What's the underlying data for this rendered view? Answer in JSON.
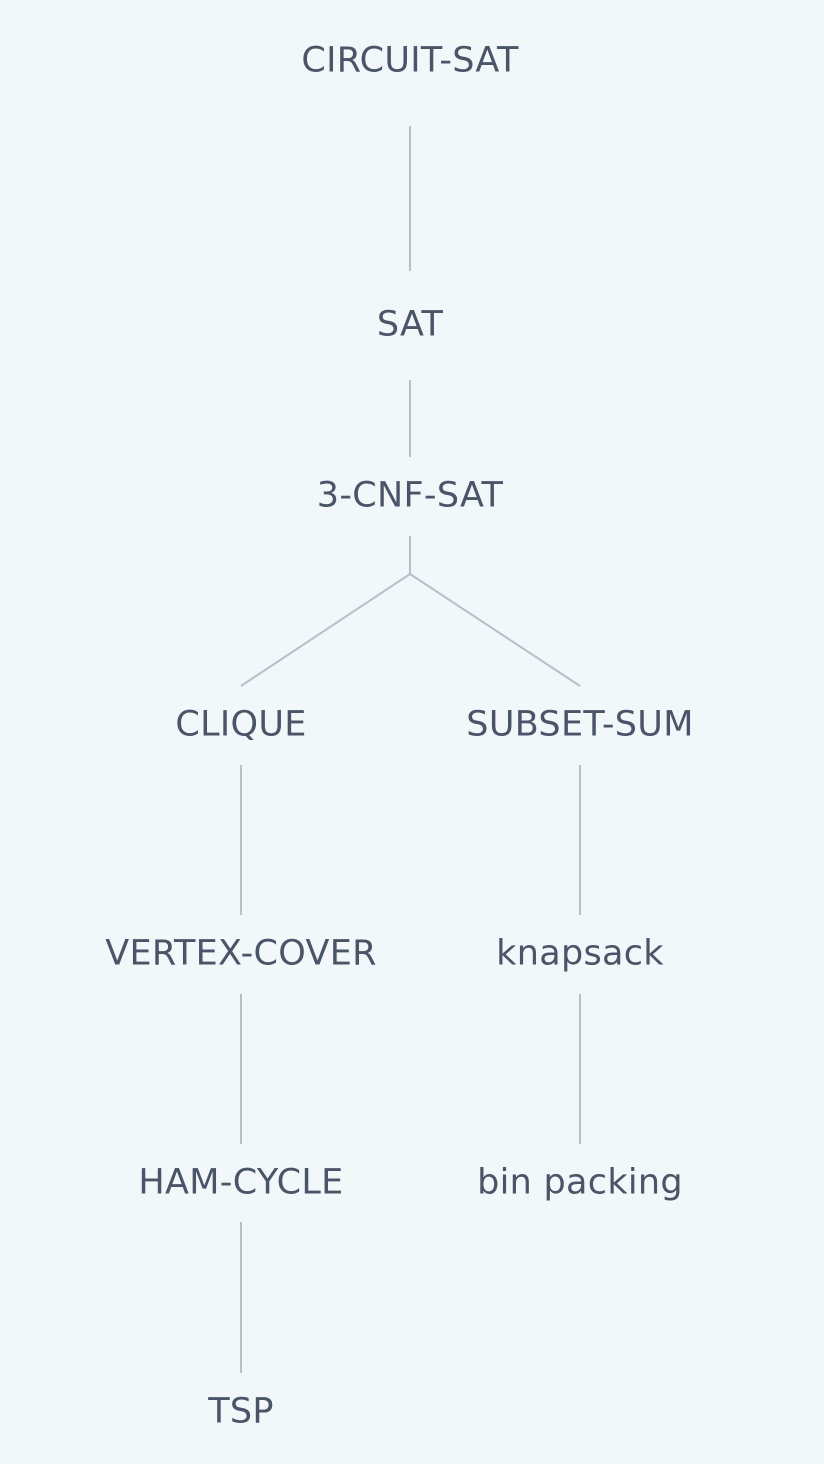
{
  "diagram": {
    "nodes": {
      "circuit_sat": "CIRCUIT-SAT",
      "sat": "SAT",
      "three_cnf_sat": "3-CNF-SAT",
      "clique": "CLIQUE",
      "subset_sum": "SUBSET-SUM",
      "vertex_cover": "VERTEX-COVER",
      "knapsack": "knapsack",
      "ham_cycle": "HAM-CYCLE",
      "bin_packing": "bin packing",
      "tsp": "TSP"
    },
    "edges": [
      [
        "circuit_sat",
        "sat"
      ],
      [
        "sat",
        "three_cnf_sat"
      ],
      [
        "three_cnf_sat",
        "clique"
      ],
      [
        "three_cnf_sat",
        "subset_sum"
      ],
      [
        "clique",
        "vertex_cover"
      ],
      [
        "vertex_cover",
        "ham_cycle"
      ],
      [
        "ham_cycle",
        "tsp"
      ],
      [
        "subset_sum",
        "knapsack"
      ],
      [
        "knapsack",
        "bin_packing"
      ]
    ]
  }
}
